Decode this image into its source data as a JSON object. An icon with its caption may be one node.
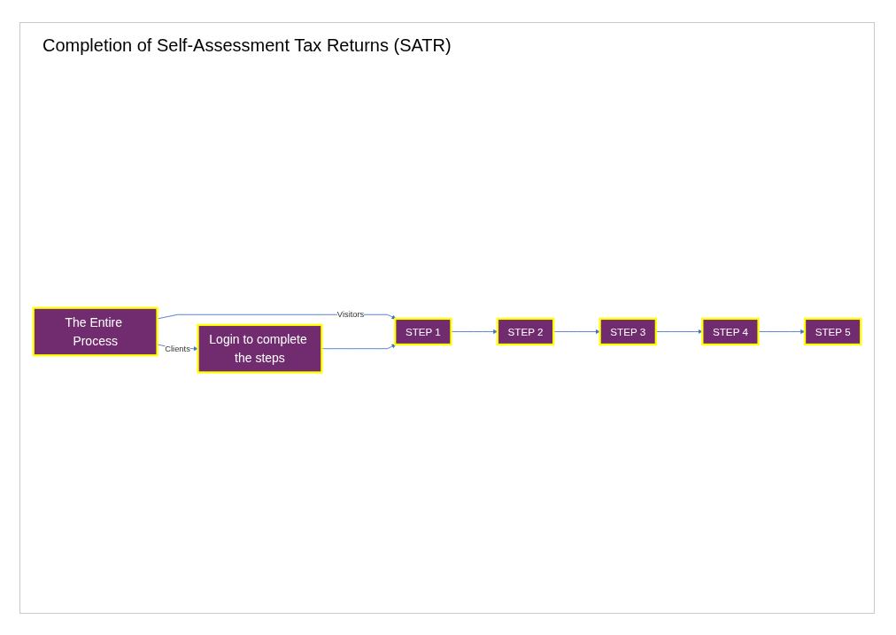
{
  "diagram": {
    "title": "Completion of Self-Assessment Tax Returns (SATR)",
    "nodes": [
      {
        "text": [
          "The Entire Process"
        ]
      },
      {
        "text": [
          "Login to complete the steps"
        ]
      },
      {
        "text": [
          "STEP 1"
        ]
      },
      {
        "text": [
          "STEP 2"
        ]
      },
      {
        "text": [
          "STEP 3"
        ]
      },
      {
        "text": [
          "STEP 4"
        ]
      },
      {
        "text": [
          "STEP 5"
        ]
      }
    ],
    "edges": [
      {
        "from": 0,
        "to": 1,
        "label": "Clients",
        "arrow": "to"
      },
      {
        "from": 0,
        "to": 2,
        "label": "Visitors",
        "arrow": "to"
      },
      {
        "from": 1,
        "to": 2,
        "arrow": "to"
      },
      {
        "from": 2,
        "to": 3,
        "arrow": "to"
      },
      {
        "from": 3,
        "to": 4,
        "arrow": "to"
      },
      {
        "from": 4,
        "to": 5,
        "arrow": "to"
      },
      {
        "from": 5,
        "to": 6,
        "arrow": "to"
      }
    ]
  }
}
